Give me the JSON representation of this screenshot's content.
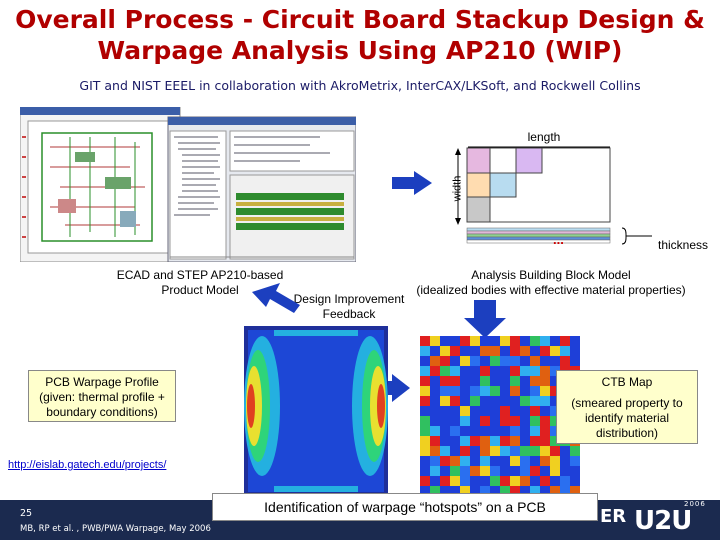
{
  "header": {
    "title_line1": "Overall Process - Circuit Board Stackup Design &",
    "title_line2": "Warpage Analysis Using AP210 (WIP)",
    "subtitle": "GIT and NIST EEEL in collaboration with AkroMetrix, InterCAX/LKSoft, and Rockwell Collins"
  },
  "diagram": {
    "length_label": "length",
    "width_label": "width",
    "thickness_label": "thickness",
    "ellipsis": "...",
    "ecad_caption_line1": "ECAD and STEP AP210-based",
    "ecad_caption_line2": "Product Model",
    "feedback_line1": "Design Improvement",
    "feedback_line2": "Feedback",
    "analysis_line1": "Analysis Building Block Model",
    "analysis_line2": "(idealized bodies with effective material properties)",
    "warpage_line1": "PCB Warpage Profile",
    "warpage_line2": "(given: thermal profile +",
    "warpage_line3": "boundary conditions)",
    "ctb_title": "CTB Map",
    "ctb_line1": "(smeared property to",
    "ctb_line2": "identify material",
    "ctb_line3": "distribution)",
    "link": "http://eislab.gatech.edu/projects/",
    "identification": "Identification of warpage “hotspots” on a PCB"
  },
  "footer": {
    "page_number": "25",
    "citation": "MB, RP et al. , PWB/PWA Warpage, May 2006",
    "logo_text": "ER",
    "logo_mark": "U2U",
    "logo_year": "2006"
  },
  "colors": {
    "title_red": "#b00000",
    "subtitle_navy": "#1a1a66",
    "footer_bar": "#1b2a4f",
    "caption_box": "#ffffcc",
    "link_blue": "#0000cc",
    "arrow_blue": "#1c3fbf"
  }
}
